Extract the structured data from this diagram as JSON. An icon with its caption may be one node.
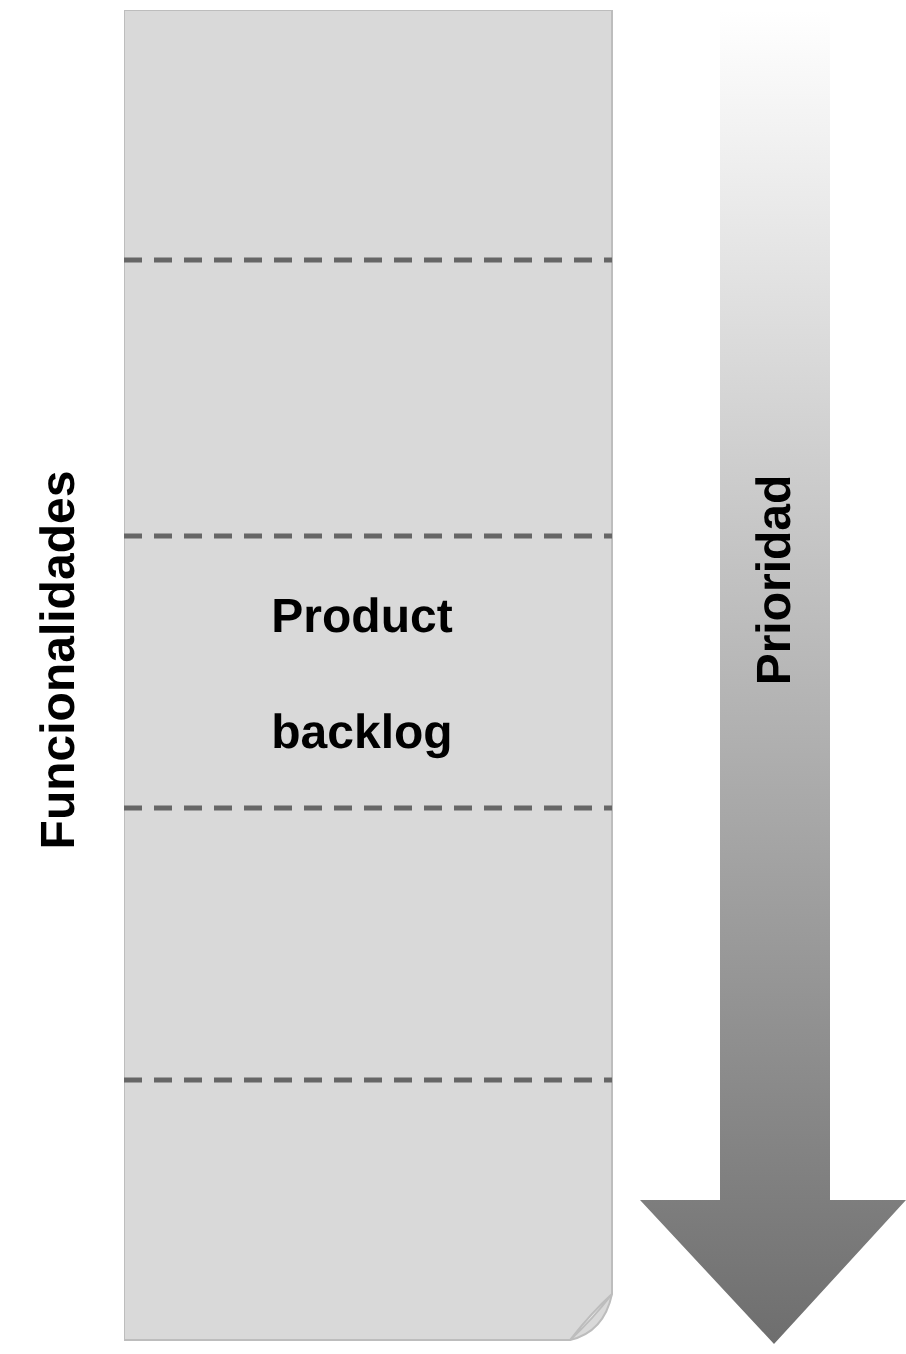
{
  "diagram": {
    "nodes": [
      {
        "text": [
          "Product backlog"
        ]
      }
    ],
    "labels": [
      "Funcionalidades",
      "Prioridad"
    ]
  }
}
